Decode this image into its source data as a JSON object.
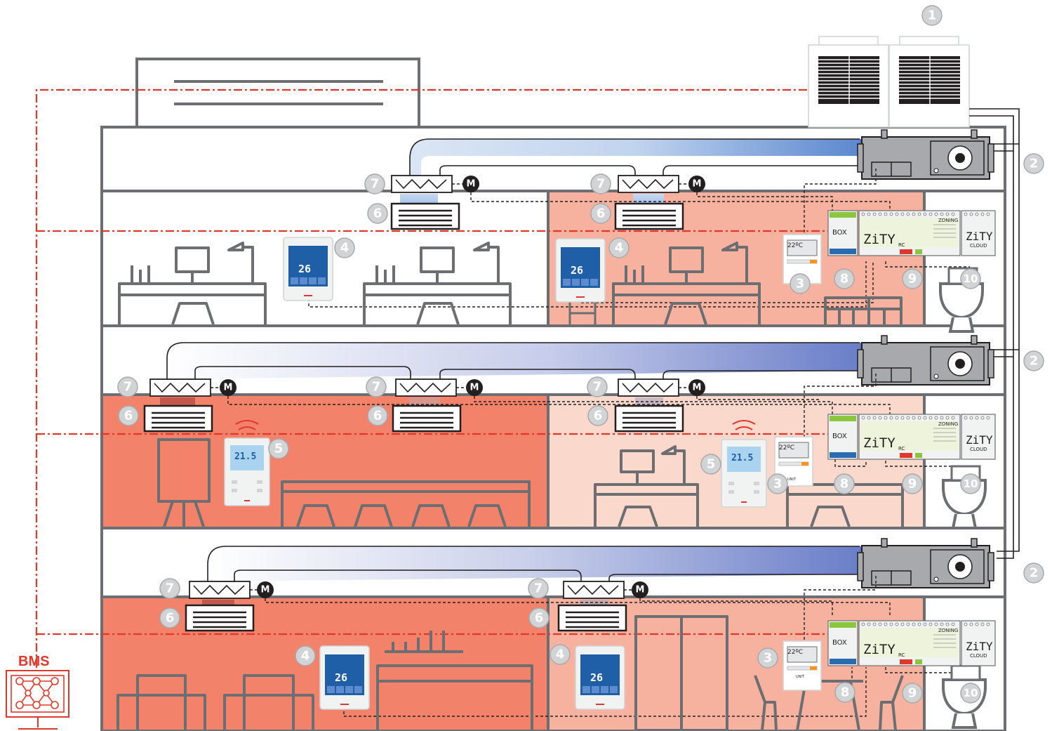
{
  "diagram": {
    "bms_label": "BMS",
    "motor_label": "M",
    "zity_label": "ZiTY",
    "zity_suffix": "RC",
    "zity_cloud_label": "ZiTY",
    "cloud_label": "CLOUD",
    "box_label": "BOX",
    "zoning_label": "ZONING",
    "thermostat_unit_label": "UNIT",
    "thermostat_temp_label": "22ºC",
    "thermostat4_temp": "26",
    "thermostat5_temp": "21.5",
    "callout_numbers": {
      "n1": "1",
      "n2": "2",
      "n3": "3",
      "n4": "4",
      "n5": "5",
      "n6": "6",
      "n7": "7",
      "n8": "8",
      "n9": "9",
      "n10": "10"
    },
    "colors": {
      "wall": "#6d6e71",
      "bms_line": "#e0392b",
      "zone_strong": "#f3826b",
      "zone_medium": "#f7b29f",
      "zone_light": "#fbd8cc",
      "duct_start": "#dbe6f5",
      "duct_end": "#5a74c6",
      "callout": "#d1d3d4"
    }
  }
}
